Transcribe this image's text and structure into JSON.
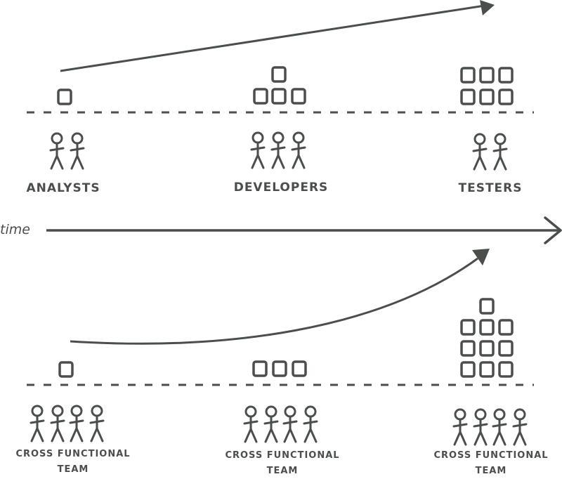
{
  "time_label": "time",
  "top_row": {
    "groups": [
      {
        "label": "ANALYSTS",
        "people": 2,
        "boxes": 1
      },
      {
        "label": "DEVELOPERS",
        "people": 3,
        "boxes": 4
      },
      {
        "label": "TESTERS",
        "people": 2,
        "boxes": 6
      }
    ]
  },
  "bottom_row": {
    "groups": [
      {
        "label_line1": "CROSS FUNCTIONAL",
        "label_line2": "TEAM",
        "people": 4,
        "boxes": 1
      },
      {
        "label_line1": "CROSS FUNCTIONAL",
        "label_line2": "TEAM",
        "people": 4,
        "boxes": 3
      },
      {
        "label_line1": "CROSS FUNCTIONAL",
        "label_line2": "TEAM",
        "people": 4,
        "boxes": 10
      }
    ]
  },
  "colors": {
    "ink": "#4a4f4b",
    "background": "#ffffff"
  }
}
